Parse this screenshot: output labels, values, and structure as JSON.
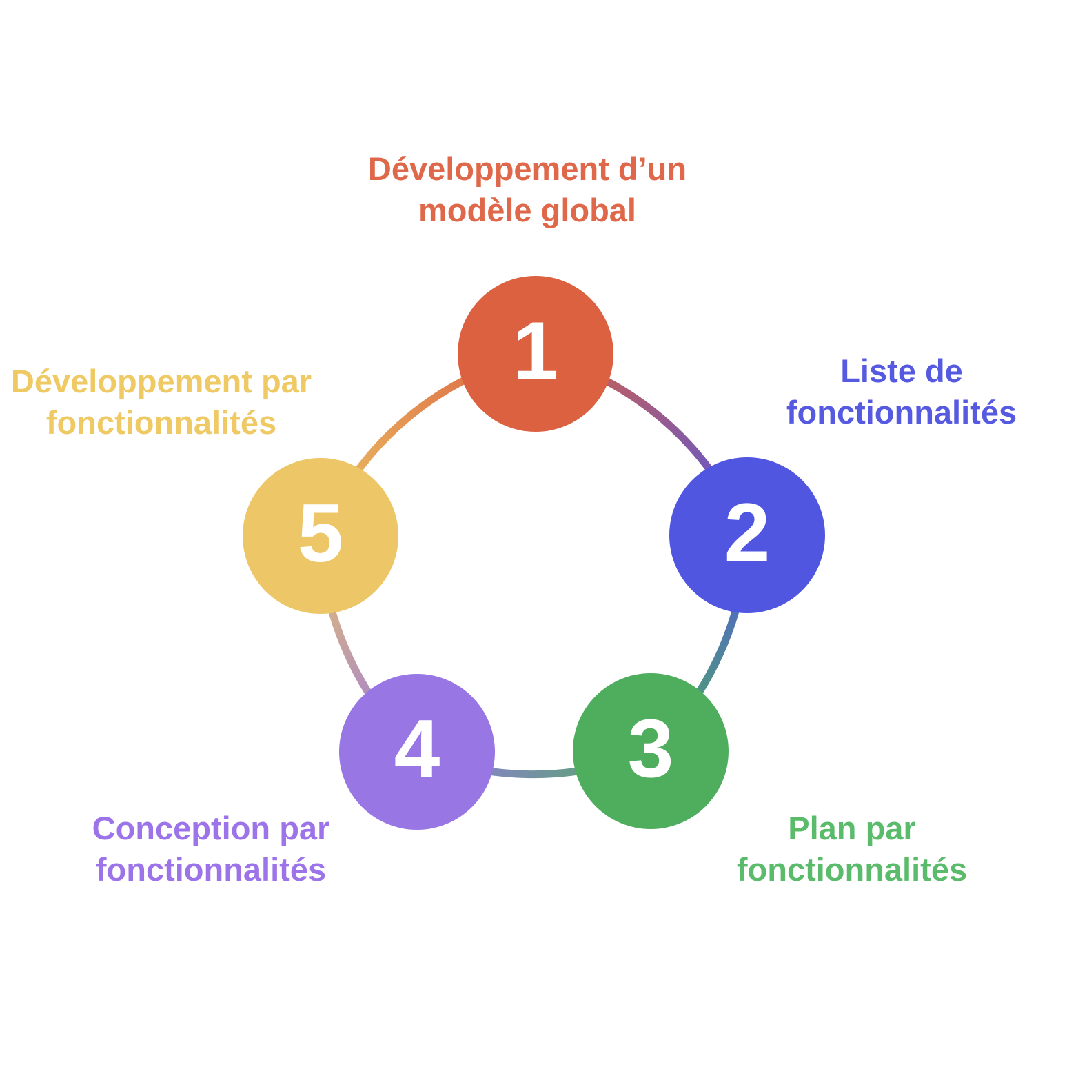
{
  "diagram": {
    "background": "#ffffff",
    "number_text_color": "#ffffff",
    "steps": [
      {
        "number": "1",
        "label": "Développement d’un modèle global",
        "lines": [
          "Développement d’un",
          "modèle global"
        ],
        "circle_color": "#DB6140",
        "label_color": "#E0684A"
      },
      {
        "number": "2",
        "label": "Liste de fonctionnalités",
        "lines": [
          "Liste de",
          "fonctionnalités"
        ],
        "circle_color": "#5156E0",
        "label_color": "#555AE0"
      },
      {
        "number": "3",
        "label": "Plan par fonctionnalités",
        "lines": [
          "Plan par",
          "fonctionnalités"
        ],
        "circle_color": "#4FAE5E",
        "label_color": "#5ABB6B"
      },
      {
        "number": "4",
        "label": "Conception par fonctionnalités",
        "lines": [
          "Conception par",
          "fonctionnalités"
        ],
        "circle_color": "#9876E4",
        "label_color": "#9C73E8"
      },
      {
        "number": "5",
        "label": "Développement par fonctionnalités",
        "lines": [
          "Développement par",
          "fonctionnalités"
        ],
        "circle_color": "#ECC667",
        "label_color": "#EFC964"
      }
    ]
  }
}
